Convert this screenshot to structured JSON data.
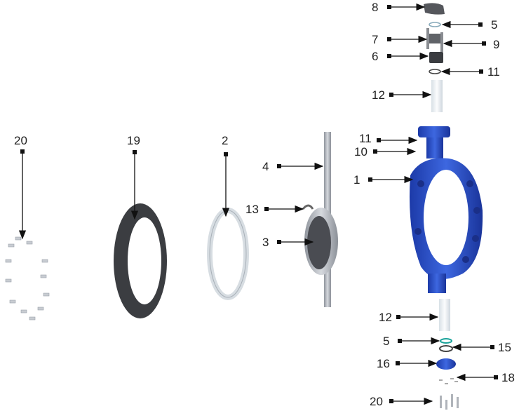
{
  "title": "Butterfly valve exploded parts diagram",
  "callouts": {
    "c8": "8",
    "c5a": "5",
    "c7": "7",
    "c9": "9",
    "c6": "6",
    "c11a": "11",
    "c12a": "12",
    "c11b": "11",
    "c10": "10",
    "c4": "4",
    "c1": "1",
    "c13": "13",
    "c3": "3",
    "c12b": "12",
    "c5b": "5",
    "c15": "15",
    "c16": "16",
    "c18": "18",
    "c20b": "20",
    "c20a": "20",
    "c19": "19",
    "c2": "2"
  },
  "colors": {
    "body": "#2a4fc4",
    "rubber": "#3a3a3a",
    "steel": "#b8bcc4",
    "seat": "#eef0f2",
    "oring": "#1aa39a"
  }
}
